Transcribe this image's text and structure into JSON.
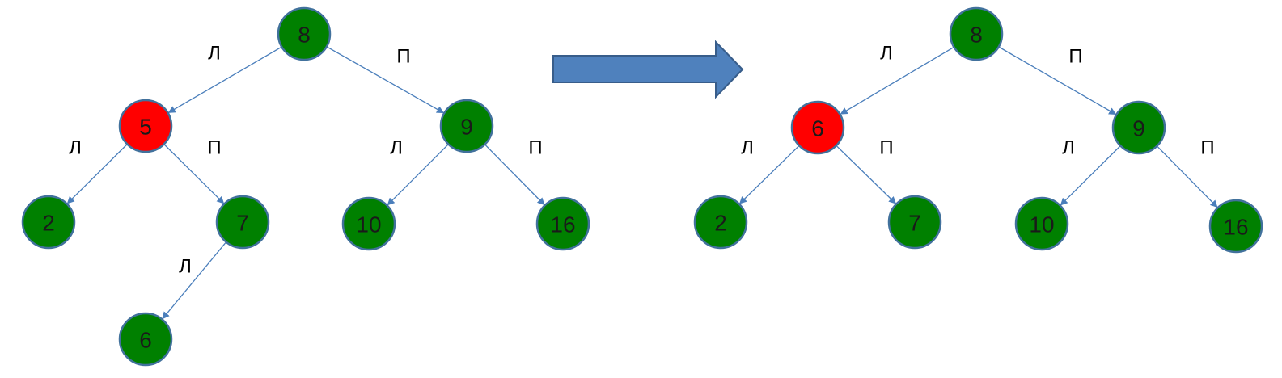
{
  "colors": {
    "node_fill": "#008000",
    "highlight_fill": "#ff0000",
    "node_stroke": "#41719c",
    "edge_stroke": "#4a7ebb",
    "arrow_fill": "#4f81bd",
    "arrow_stroke": "#385d8a",
    "text": "#1a1a1a"
  },
  "trees": [
    {
      "name": "before",
      "nodes": [
        {
          "id": "n8",
          "value": "8",
          "highlight": false
        },
        {
          "id": "n5",
          "value": "5",
          "highlight": true
        },
        {
          "id": "n9",
          "value": "9",
          "highlight": false
        },
        {
          "id": "n2",
          "value": "2",
          "highlight": false
        },
        {
          "id": "n7",
          "value": "7",
          "highlight": false
        },
        {
          "id": "n10",
          "value": "10",
          "highlight": false
        },
        {
          "id": "n16",
          "value": "16",
          "highlight": false
        },
        {
          "id": "n6",
          "value": "6",
          "highlight": false
        }
      ],
      "edges": [
        {
          "from": "n8",
          "to": "n5",
          "label": "Л"
        },
        {
          "from": "n8",
          "to": "n9",
          "label": "П"
        },
        {
          "from": "n5",
          "to": "n2",
          "label": "Л"
        },
        {
          "from": "n5",
          "to": "n7",
          "label": "П"
        },
        {
          "from": "n9",
          "to": "n10",
          "label": "Л"
        },
        {
          "from": "n9",
          "to": "n16",
          "label": "П"
        },
        {
          "from": "n7",
          "to": "n6",
          "label": "Л"
        }
      ]
    },
    {
      "name": "after",
      "nodes": [
        {
          "id": "n8",
          "value": "8",
          "highlight": false
        },
        {
          "id": "n6",
          "value": "6",
          "highlight": true
        },
        {
          "id": "n9",
          "value": "9",
          "highlight": false
        },
        {
          "id": "n2",
          "value": "2",
          "highlight": false
        },
        {
          "id": "n7",
          "value": "7",
          "highlight": false
        },
        {
          "id": "n10",
          "value": "10",
          "highlight": false
        },
        {
          "id": "n16",
          "value": "16",
          "highlight": false
        }
      ],
      "edges": [
        {
          "from": "n8",
          "to": "n6",
          "label": "Л"
        },
        {
          "from": "n8",
          "to": "n9",
          "label": "П"
        },
        {
          "from": "n6",
          "to": "n2",
          "label": "Л"
        },
        {
          "from": "n6",
          "to": "n7",
          "label": "П"
        },
        {
          "from": "n9",
          "to": "n10",
          "label": "Л"
        },
        {
          "from": "n9",
          "to": "n16",
          "label": "П"
        }
      ]
    }
  ]
}
